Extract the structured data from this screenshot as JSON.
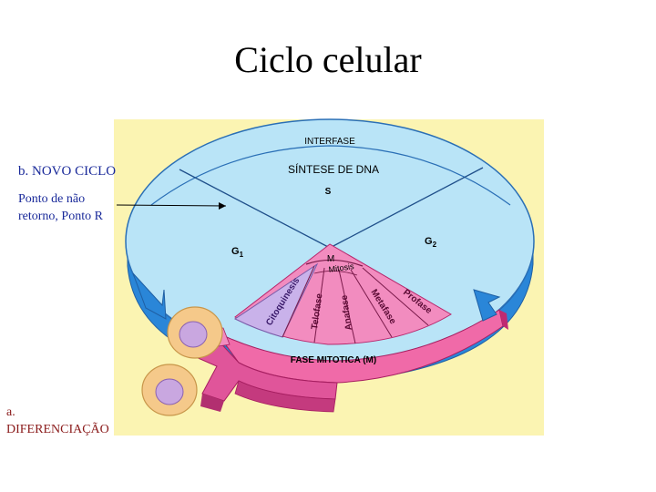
{
  "title": "Ciclo celular",
  "labels": {
    "b_prefix": "b.",
    "b_text": " NOVO CICLO",
    "ponto_line1": "Ponto de não",
    "ponto_line2": "retorno, Ponto R",
    "a_prefix": "a.",
    "a_text": "DIFERENCIAÇÃO"
  },
  "diagram": {
    "interfase": "INTERFASE",
    "sintese": "SÍNTESE DE DNA",
    "s": "S",
    "g1": "G",
    "g1_sub": "1",
    "g2": "G",
    "g2_sub": "2",
    "m": "M",
    "mitosis": "Mitosis",
    "citoquinesis": "Citoquinesis",
    "telofase": "Telofase",
    "anafase": "Anafase",
    "metafase": "Metafase",
    "profase": "Profase",
    "fase_mitotica": "FASE MITOTICA (M)"
  },
  "colors": {
    "panel_bg": "#fbf4b2",
    "disc_top": "#b9e4f7",
    "disc_side": "#2a86d8",
    "mitosis_pink": "#f28cbf",
    "mitosis_dark": "#d63c86",
    "citoquinesis_lilac": "#c9b2ea",
    "cell_orange": "#f5c98a",
    "nucleus": "#c9a7e0"
  }
}
